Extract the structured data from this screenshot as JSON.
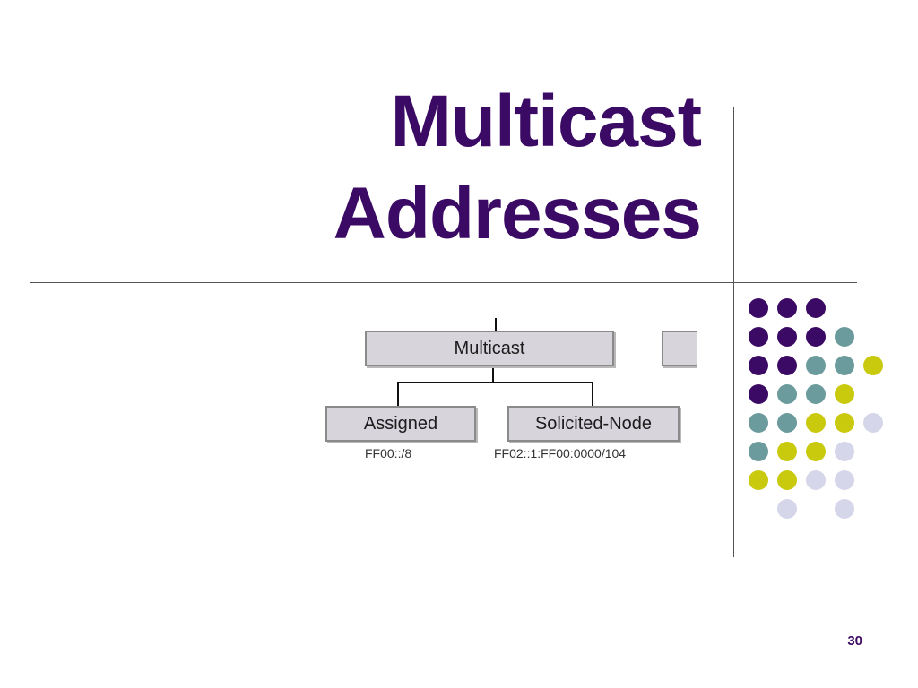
{
  "slide": {
    "title_line_1": "Multicast",
    "title_line_2": "Addresses",
    "number": "30"
  },
  "diagram": {
    "root_label": "Multicast",
    "children": [
      {
        "label": "Assigned",
        "address": "FF00::/8"
      },
      {
        "label": "Solicited-Node",
        "address": "FF02::1:FF00:0000/104"
      }
    ]
  },
  "colors": {
    "title": "#3b0a64",
    "dot_purple": "#3b0a64",
    "dot_teal": "#6b9b9c",
    "dot_yellow": "#c9c90e",
    "dot_lavender": "#d6d6ea",
    "box_fill": "#d7d4dc"
  },
  "decor": {
    "dot_rows": [
      [
        "purple",
        "purple",
        "purple"
      ],
      [
        "purple",
        "purple",
        "purple",
        "teal"
      ],
      [
        "purple",
        "purple",
        "teal",
        "teal",
        "yellow"
      ],
      [
        "purple",
        "teal",
        "teal",
        "yellow"
      ],
      [
        "teal",
        "teal",
        "yellow",
        "yellow",
        "lavender"
      ],
      [
        "teal",
        "yellow",
        "yellow",
        "lavender"
      ],
      [
        "yellow",
        "yellow",
        "lavender",
        "lavender"
      ],
      [
        "",
        "lavender",
        "",
        "lavender"
      ]
    ]
  }
}
